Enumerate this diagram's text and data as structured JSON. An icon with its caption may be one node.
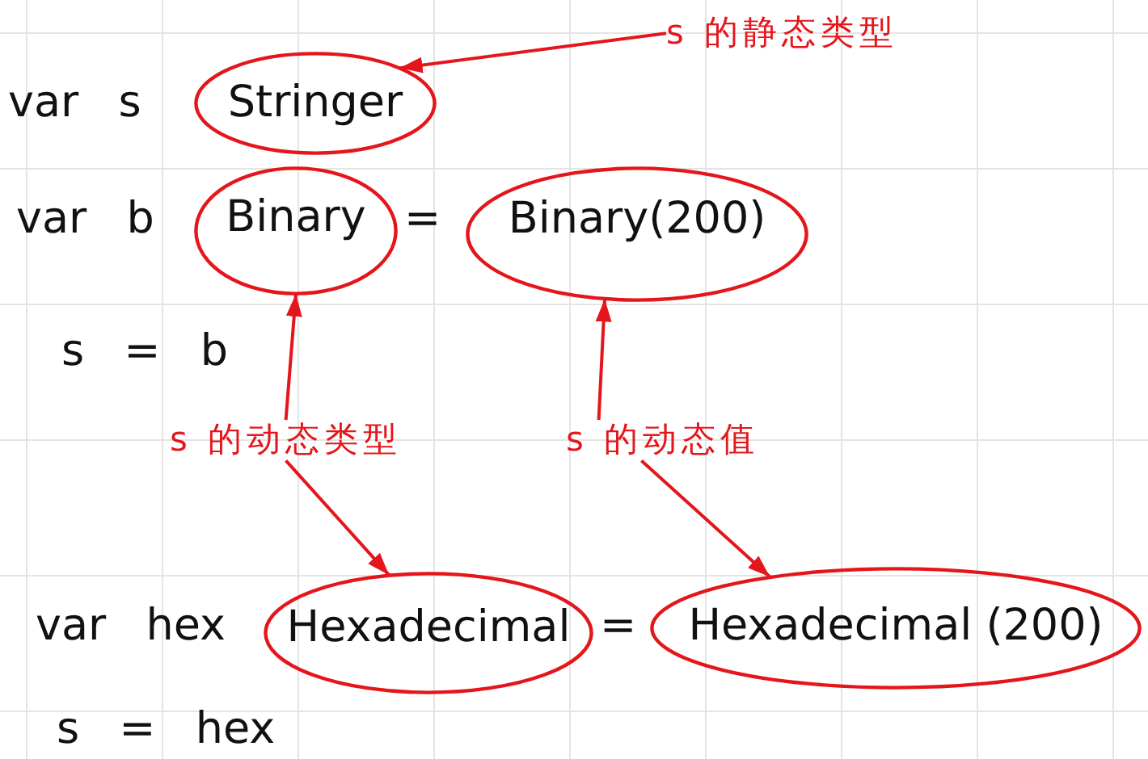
{
  "diagram": {
    "nodes": [
      {
        "text": [
          "s 的静态类型"
        ]
      },
      {
        "text": [
          "Stringer"
        ]
      },
      {
        "text": [
          "Binary"
        ]
      },
      {
        "text": [
          "Binary(200)"
        ]
      },
      {
        "text": [
          "s 的动态类型"
        ]
      },
      {
        "text": [
          "s 的动态值"
        ]
      },
      {
        "text": [
          "Hexadecimal"
        ]
      },
      {
        "text": [
          "Hexadecimal (200)"
        ]
      }
    ],
    "edges": [
      {
        "from": 0,
        "to": 1,
        "arrow": "to"
      },
      {
        "from": 4,
        "to": 2,
        "arrow": "to"
      },
      {
        "from": 4,
        "to": 6,
        "arrow": "to"
      },
      {
        "from": 5,
        "to": 3,
        "arrow": "to"
      },
      {
        "from": 5,
        "to": 7,
        "arrow": "to"
      }
    ],
    "labels": [
      "var s",
      "var b",
      "=",
      "s = b",
      "var hex",
      "=",
      "s = hex"
    ]
  }
}
